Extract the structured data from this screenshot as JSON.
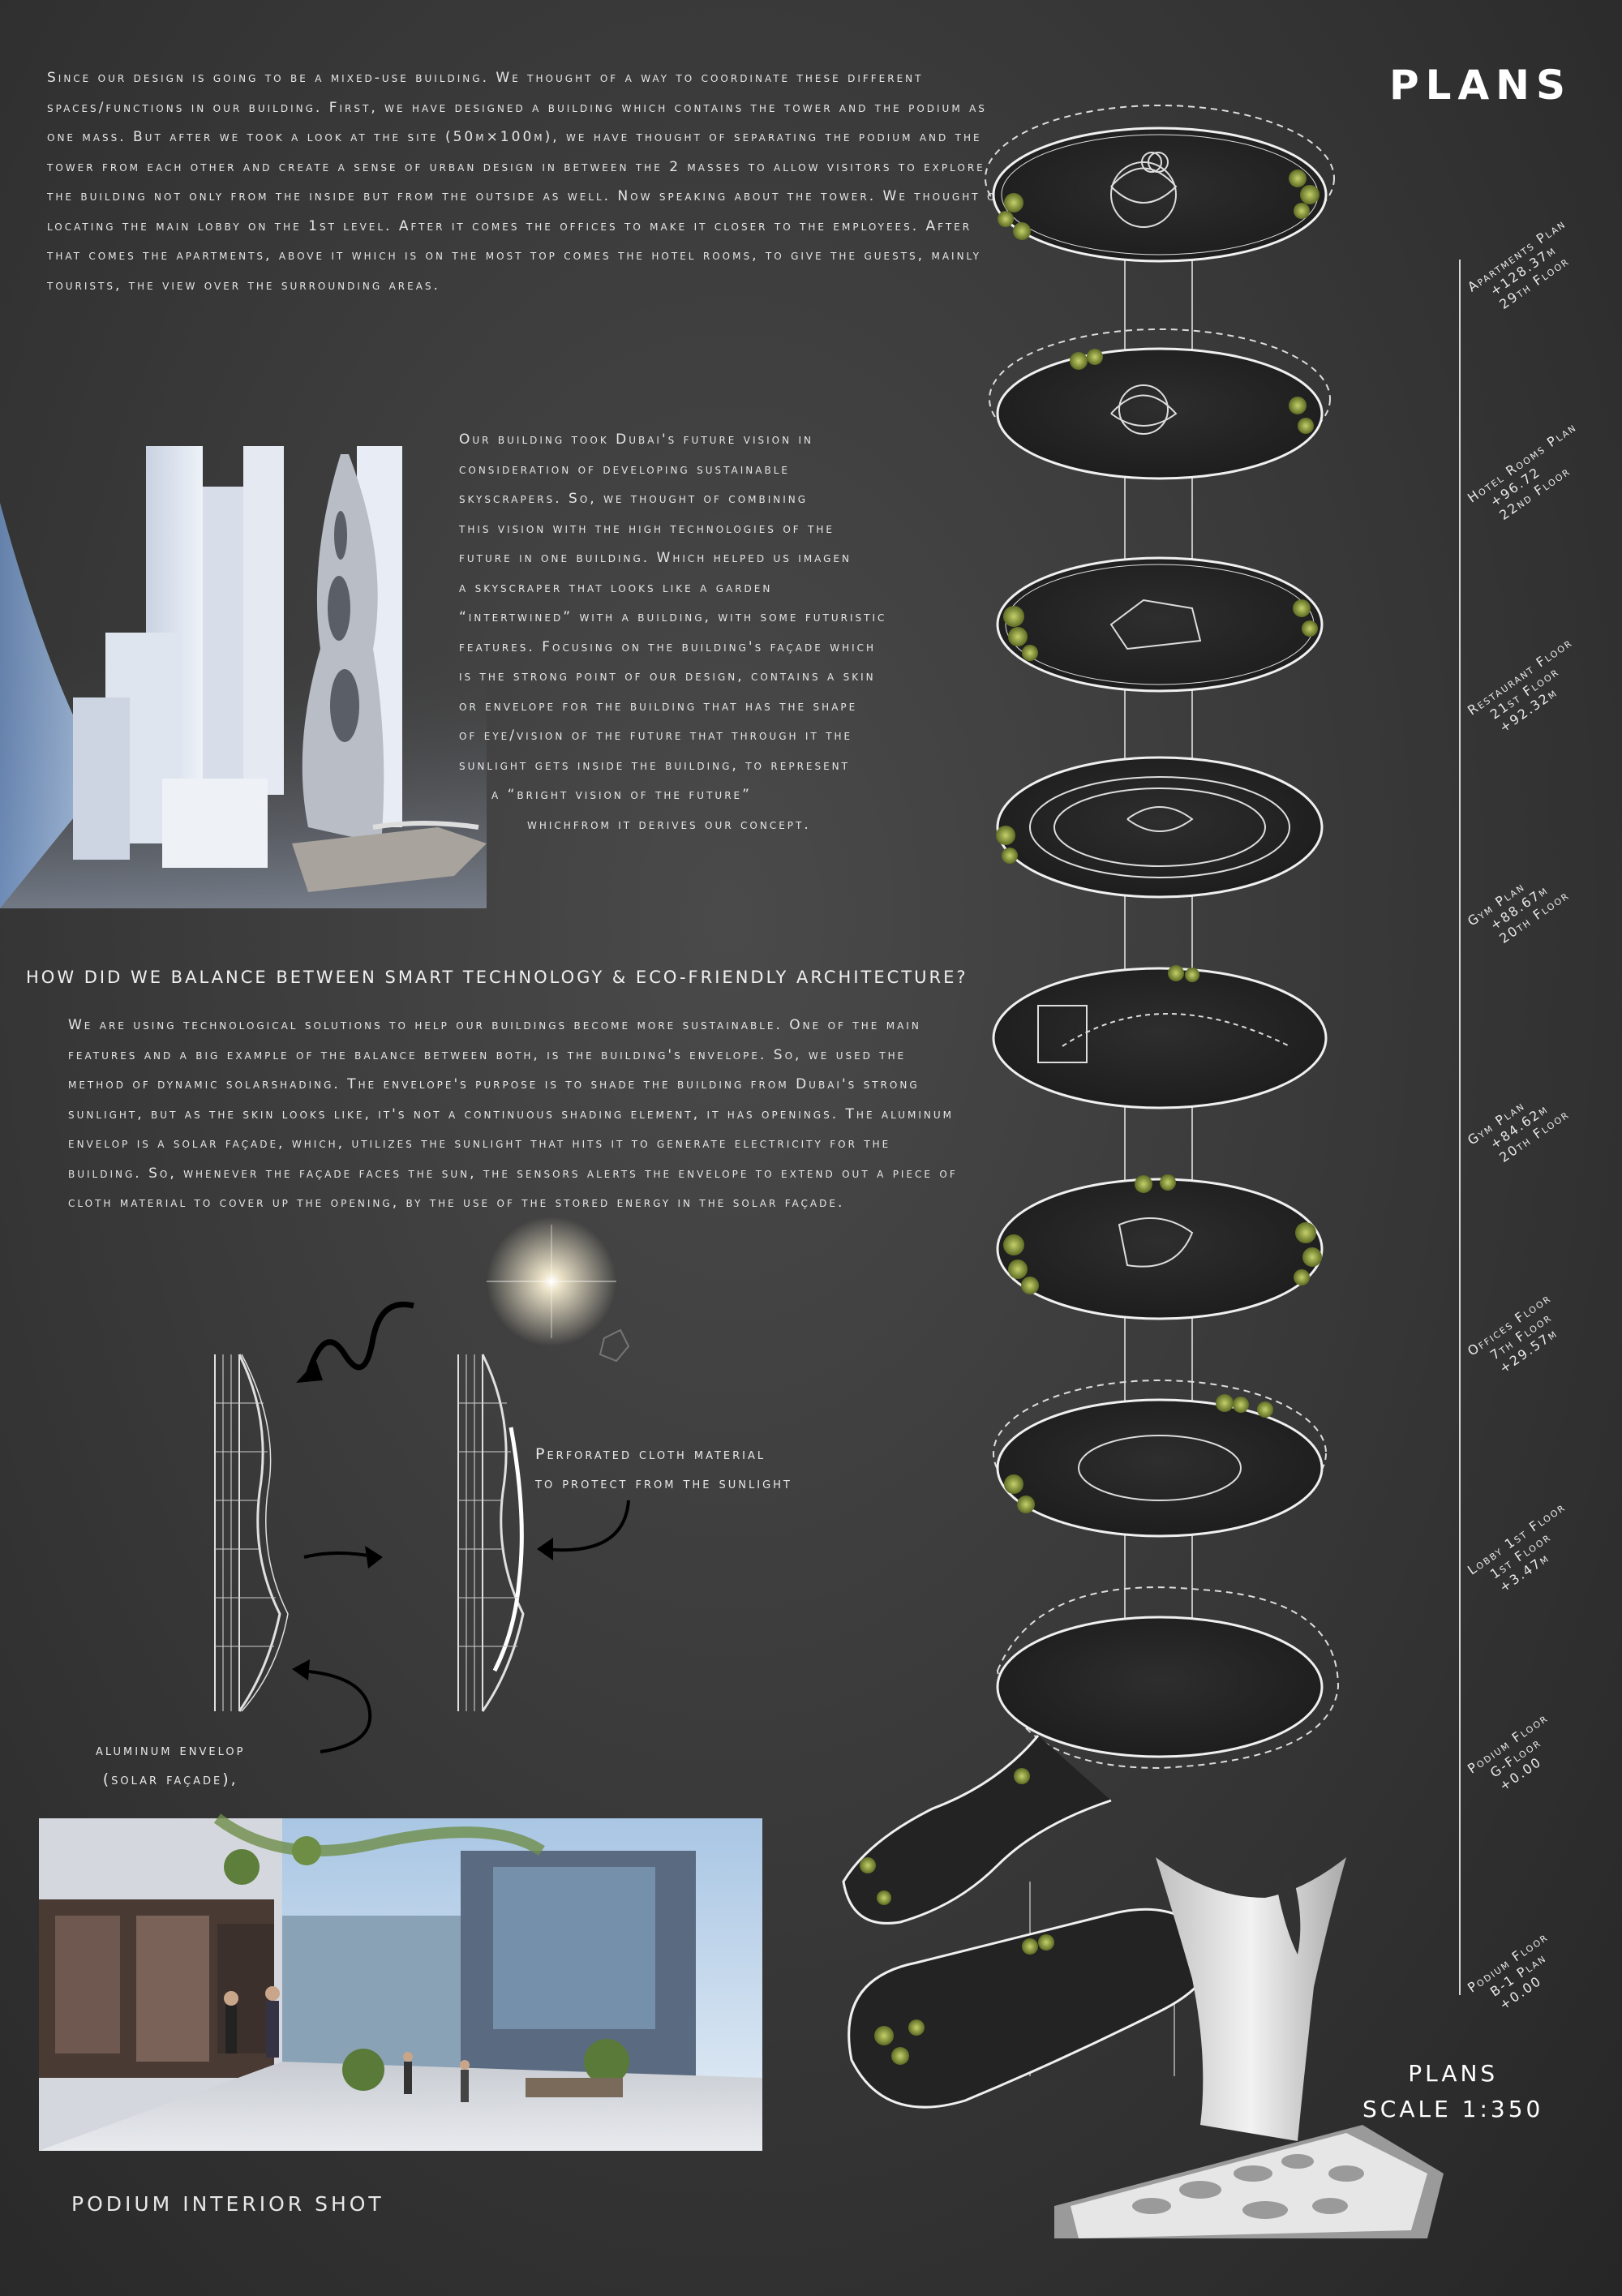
{
  "title": "PLANS",
  "intro_text": "Since our design is going to be a mixed-use building. We thought of a way to coordinate these different spaces/functions in our building. First, we have designed a building which contains the tower and the podium as one mass. But after we took a look at the site (50m×100m), we have thought of separating the podium and the tower from each other and create a sense of urban design in between the 2 masses to allow visitors to explore the building not only from the inside but from the outside as well. Now speaking about the tower. We thought of locating the main lobby on the 1st level. After it comes the offices to make it closer to the employees. After that comes the apartments, above it which is on the most top comes the hotel rooms, to give the guests, mainly tourists, the view over the surrounding areas.",
  "vision_lines": [
    "Our building took Dubai's future vision in",
    "consideration of developing sustainable",
    "skyscrapers. So, we thought of combining",
    "this vision with the high technologies of the",
    "future in one building. Which helped us imagen",
    "a skyscraper that looks like a garden",
    "“intertwined” with a building, with some futuristic",
    "features. Focusing on the building's façade which",
    "is the strong point of our design, contains a skin",
    "or envelope for the building that has the shape",
    "of eye/vision of the future that through it the",
    "sunlight gets inside the building, to represent",
    "a “bright vision of the future”",
    "whichfrom it derives our concept."
  ],
  "question": "HOW DID WE BALANCE BETWEEN SMART TECHNOLOGY & ECO-FRIENDLY ARCHITECTURE?",
  "balance_text": "We are using technological solutions to help our buildings become more sustainable. One of the main features and a big example of the balance between both, is the building's envelope. So, we used the method of dynamic solarshading. The envelope's purpose is to shade the building from Dubai's strong sunlight, but as the skin looks like, it's not a continuous shading element, it has openings. The aluminum envelop is a solar façade, which, utilizes the sunlight that hits it to generate electricity for the building. So, whenever the façade faces the sun, the sensors alerts the envelope to extend out a piece of cloth material to cover up the opening, by the use of the stored energy in the solar façade.",
  "cloth_label": [
    "Perforated cloth material",
    "to protect from the sunlight"
  ],
  "aluminum_label": [
    "aluminum envelop",
    "(solar façade),"
  ],
  "podium_shot_label": "PODIUM INTERIOR SHOT",
  "plans_scale": [
    "PLANS",
    "SCALE 1:350"
  ],
  "floors": [
    {
      "lines": [
        "Apartments Plan",
        "+128.37m",
        "29th Floor"
      ]
    },
    {
      "lines": [
        "Hotel Rooms Plan",
        "+96.72",
        "22nd Floor"
      ]
    },
    {
      "lines": [
        "Restaurant Floor",
        "21st Floor",
        "+92.32m"
      ]
    },
    {
      "lines": [
        "Gym Plan",
        "+88.67m",
        "20th Floor"
      ]
    },
    {
      "lines": [
        "Gym Plan",
        "+84.62m",
        "20th Floor"
      ]
    },
    {
      "lines": [
        "Offices Floor",
        "7th Floor",
        "+29.57m"
      ]
    },
    {
      "lines": [
        "Lobby 1st Floor",
        "1st Floor",
        "+3.47m"
      ]
    },
    {
      "lines": [
        "Podium Floor",
        "G-Floor",
        "+0.00"
      ]
    },
    {
      "lines": [
        "Podium Floor",
        "B-1 Plan",
        "+0.00"
      ]
    }
  ],
  "colors": {
    "background": "#3a3a3a",
    "text": "#e8e8e8",
    "greenery": "#8a9a3a"
  }
}
